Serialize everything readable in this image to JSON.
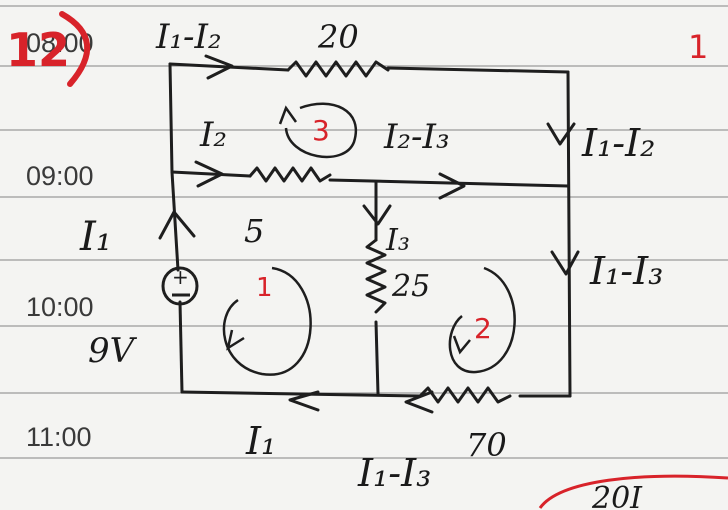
{
  "problem_number": "12",
  "page_number": "1",
  "time_labels": [
    "08:00",
    "09:00",
    "10:00",
    "11:00"
  ],
  "currents": {
    "top_branch": "I₁-I₂",
    "middle_branch": "I₂",
    "middle_right": "I₂-I₃",
    "right_upper": "I₁-I₂",
    "right_lower": "I₁-I₃",
    "center_vertical": "I₃",
    "left_vertical": "I₁",
    "bottom_left": "I₁",
    "bottom_right": "I₁-I₃"
  },
  "resistors": {
    "top": "20",
    "middle": "5",
    "center": "25",
    "bottom": "70"
  },
  "source": {
    "symbol": "+\n−",
    "voltage": "9V"
  },
  "loops": [
    "1",
    "2",
    "3"
  ],
  "corner_fragment": "20I",
  "colors": {
    "ink": "#1e1e1e",
    "red": "#d8232a",
    "paper": "#f4f4f2",
    "rule": "#9a9a9a"
  }
}
